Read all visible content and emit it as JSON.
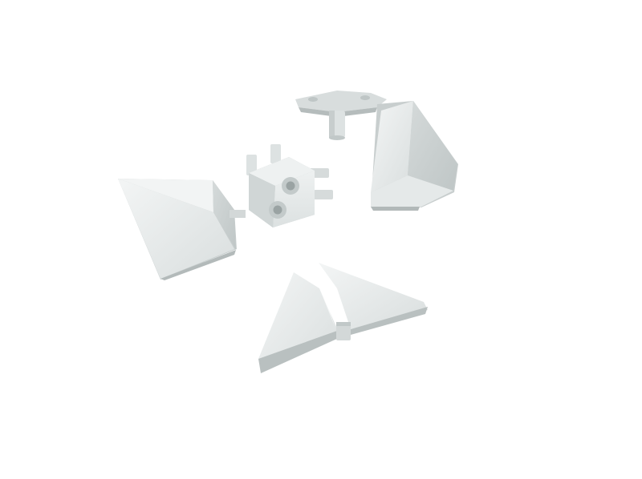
{
  "image": {
    "background_color": "#ffffff",
    "object_base_color": "#e2e6e6",
    "object_shadow_color": "#b9c0c0",
    "object_highlight_color": "#f4f6f6",
    "objects": [
      "pyramid-end-cap",
      "corner-connector-block",
      "flanged-corner-connector",
      "pyramid-corner-cap",
      "folding-triangular-plates"
    ]
  }
}
